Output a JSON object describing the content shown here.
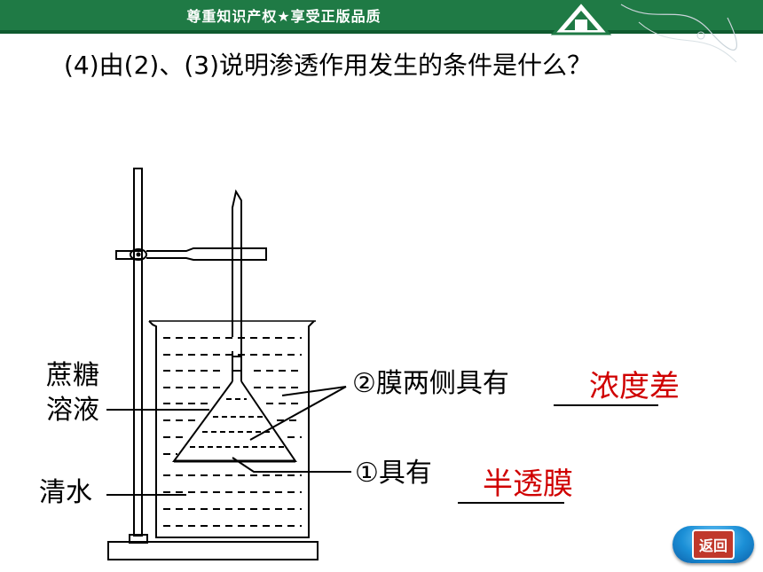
{
  "header": {
    "slogan": "尊重知识产权★享受正版品质"
  },
  "question": "(4)由(2)、(3)说明渗透作用发生的条件是什么？",
  "labels": {
    "sucrose_line1": "蔗糖",
    "sucrose_line2": "溶液",
    "water": "清水",
    "condition2": "②膜两侧具有",
    "condition1": "①具有"
  },
  "answers": {
    "condition2": "浓度差",
    "condition1": "半透膜"
  },
  "nav": {
    "return_label": "返回"
  },
  "colors": {
    "answer": "#d00000",
    "header": "#1f7a45"
  }
}
